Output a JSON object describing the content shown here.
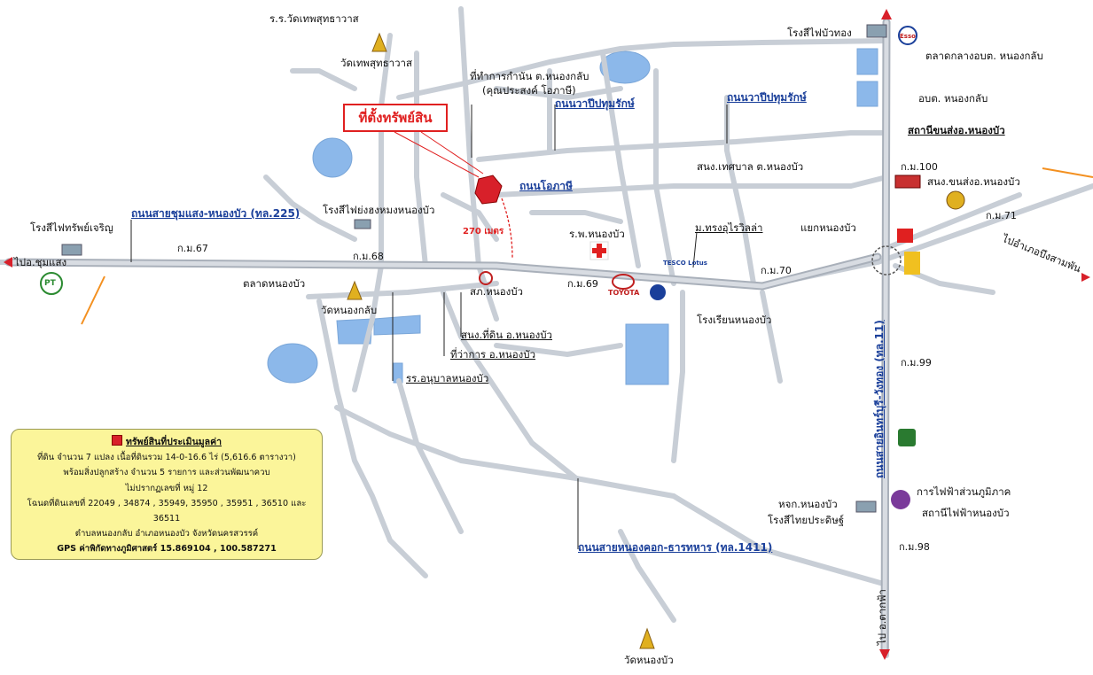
{
  "map": {
    "subject_label": "ที่ตั้งทรัพย์สิน",
    "distance_label": "270 เมตร",
    "roads": {
      "road_225": "ถนนสายชุมแสง-หนองบัว (ทล.225)",
      "road_11": "ถนนสายอินทร์บุรี-วังทอง (ทล.11)",
      "road_1411": "ถนนสายหนองคอก-ธารทหาร (ทล.1411)",
      "wapi_1": "ถนนวาปีปทุมรักษ์",
      "wapi_2": "ถนนวาปีปทุมรักษ์",
      "opaphi": "ถนนโอภาษี"
    },
    "directions": {
      "to_chumsaeng": "ไปอ.ชุมแสง",
      "to_bueng_sam_phan": "ไปอำเภอบึงสามพัน",
      "to_tak_fa": "ไป อ.ตากฟ้า"
    },
    "km_markers": [
      "ก.ม.67",
      "ก.ม.68",
      "ก.ม.69",
      "ก.ม.70",
      "ก.ม.71",
      "ก.ม.100",
      "ก.ม.99",
      "ก.ม.98"
    ],
    "places": {
      "wat_thep_school": "ร.ร.วัดเทพสุทธาวาส",
      "wat_thep": "วัดเทพสุทธาวาส",
      "kamnan_office_1": "ที่ทำการกำนัน ต.หนองกลับ",
      "kamnan_office_2": "(คุณประสงค์ โอภาษี)",
      "gas_buathong": "โรงสีไฟบัวทอง",
      "market_nongklap": "ตลาดกลางอบต. หนองกลับ",
      "obt_nongklap": "อบต. หนองกลับ",
      "bus_station": "สถานีขนส่งอ.หนองบัว",
      "bus_office": "สนง.ขนส่งอ.หนองบัว",
      "municipal_office": "สนง.เทศบาล ต.หนองบัว",
      "rice_mill_fai": "โรงสีไฟย่งฮงหมงหนองบัว",
      "rice_mill_charoen": "โรงสีไฟทรัพย์เจริญ",
      "hospital": "ร.พ.หนองบัว",
      "village_villa": "ม.ทรงอุไรวิลล่า",
      "junction": "แยกหนองบัว",
      "market_nongbua": "ตลาดหนองบัว",
      "wat_nongklap": "วัดหนองกลับ",
      "cooperative": "สภ.หนองบัว",
      "land_office": "สนง.ที่ดิน อ.หนองบัว",
      "district_office": "ที่ว่าการ อ.หนองบัว",
      "kindergarten": "รร.อนุบาลหนองบัว",
      "school_nongbua": "โรงเรียนหนองบัว",
      "hjk_1": "หจก.หนองบัว",
      "hjk_2": "โรงสีไทยประดิษฐ์",
      "pea_1": "การไฟฟ้าส่วนภูมิภาค",
      "pea_2": "สถานีไฟฟ้าหนองบัว",
      "wat_nongbua": "วัดหนองบัว",
      "toyota": "TOYOTA",
      "tesco": "TESCO Lotus",
      "pt": "PT",
      "esso": "Esso"
    },
    "legend": {
      "title": "ทรัพย์สินที่ประเมินมูลค่า",
      "line1": "ที่ดิน จำนวน 7 แปลง เนื้อที่ดินรวม 14-0-16.6 ไร่ (5,616.6 ตารางวา)",
      "line2": "พร้อมสิ่งปลูกสร้าง จำนวน 5 รายการ และส่วนพัฒนาควบ",
      "line3": "ไม่ปรากฏเลขที่ หมู่ 12",
      "line4": "โฉนดที่ดินเลขที่ 22049 , 34874 , 35949, 35950 , 35951 , 36510 และ 36511",
      "line5": "ตำบลหนองกลับ อำเภอหนองบัว จังหวัดนครสวรรค์",
      "line6": "GPS ค่าพิกัดทางภูมิศาสตร์ 15.869104 , 100.587271"
    },
    "colors": {
      "road": "#c8ced6",
      "road_edge": "#a9b0ba",
      "water": "#8cb8ea",
      "subject": "#d8202a",
      "road_label": "#1a3f9a",
      "legend_bg": "#fbf59a"
    }
  }
}
